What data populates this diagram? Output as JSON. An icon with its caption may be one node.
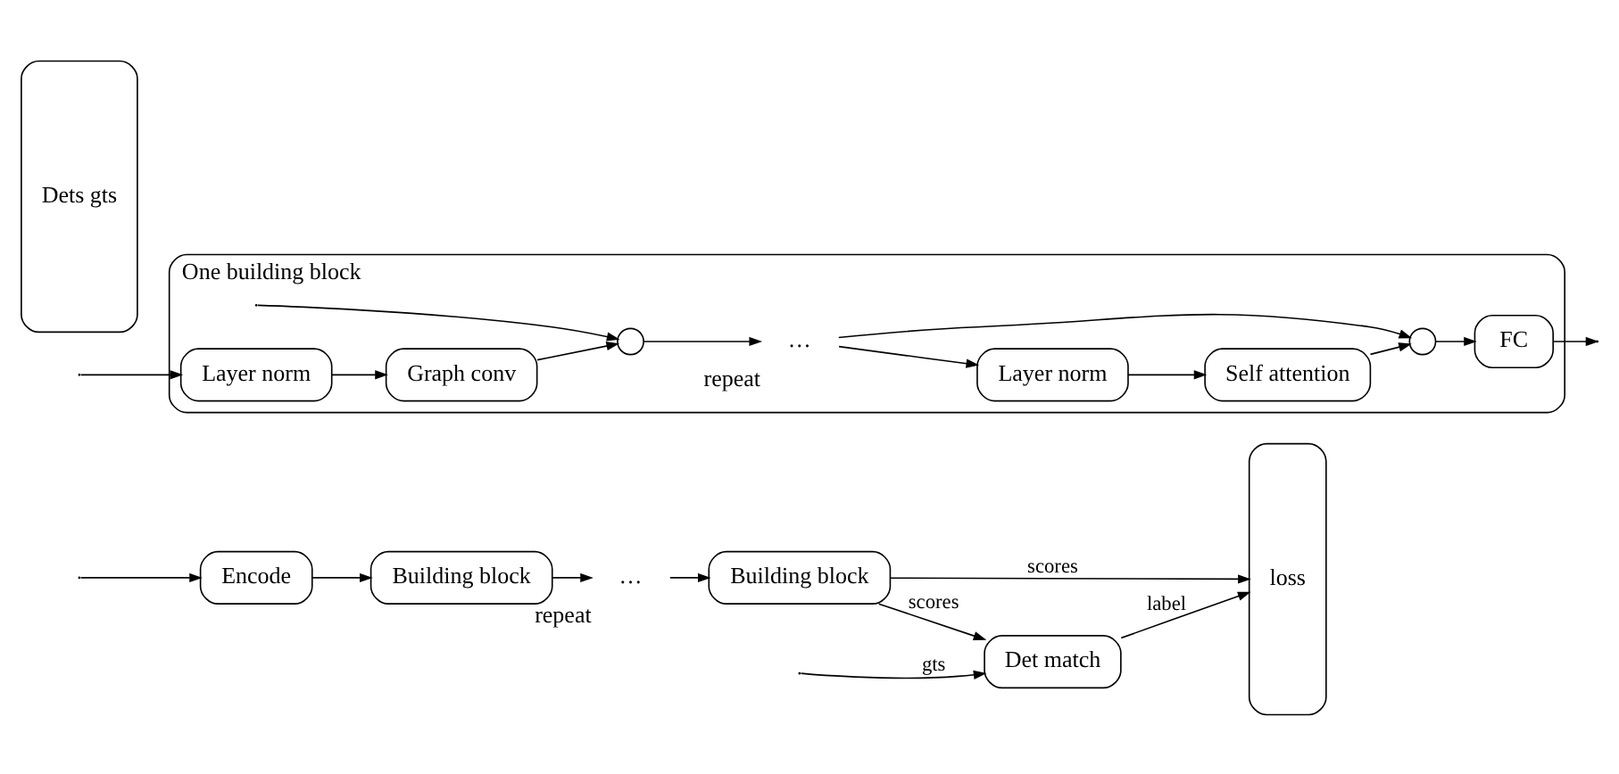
{
  "diagram": {
    "nodes": [
      {
        "text": [
          "Dets gts"
        ]
      },
      {
        "text": [
          "Encode"
        ]
      },
      {
        "text": [
          "Building block"
        ]
      },
      {
        "text": [
          "…"
        ],
        "beside": [
          "repeat"
        ]
      },
      {
        "text": [
          "Building block"
        ]
      },
      {
        "text": [
          "Det match"
        ]
      },
      {
        "text": [
          "loss"
        ]
      },
      {
        "text": [
          "One building block"
        ]
      },
      {
        "text": [
          "Layer norm"
        ],
        "in": 7
      },
      {
        "text": [
          "Graph conv"
        ],
        "in": 7
      },
      {
        "text": [],
        "shape": "circle",
        "in": 7
      },
      {
        "text": [
          "…"
        ],
        "beside": [
          "repeat"
        ],
        "in": 7
      },
      {
        "text": [
          "Layer norm"
        ],
        "in": 7
      },
      {
        "text": [
          "Self attention"
        ],
        "in": 7
      },
      {
        "text": [],
        "shape": "circle",
        "in": 7
      },
      {
        "text": [
          "FC"
        ],
        "in": 7
      }
    ],
    "edges": [
      {
        "from": null,
        "to": 1,
        "arrow": "to"
      },
      {
        "from": 1,
        "to": 2,
        "arrow": "to"
      },
      {
        "from": 2,
        "to": 3,
        "arrow": "to"
      },
      {
        "from": 3,
        "to": 4,
        "arrow": "to"
      },
      {
        "from": 4,
        "to": 6,
        "arrow": "to",
        "label": "scores"
      },
      {
        "from": 4,
        "to": 5,
        "arrow": "to",
        "label": "scores"
      },
      {
        "from": null,
        "to": 5,
        "arrow": "to",
        "label": "gts"
      },
      {
        "from": 5,
        "to": 6,
        "arrow": "to",
        "label": "label"
      },
      {
        "from": null,
        "to": 8,
        "arrow": "to"
      },
      {
        "from": 8,
        "to": 9,
        "arrow": "to"
      },
      {
        "from": 9,
        "to": 10,
        "arrow": "to"
      },
      {
        "from": 10,
        "to": 11,
        "arrow": "to"
      },
      {
        "from": 11,
        "to": 12,
        "arrow": "to"
      },
      {
        "from": 12,
        "to": 13,
        "arrow": "to"
      },
      {
        "from": 13,
        "to": 14,
        "arrow": "to"
      },
      {
        "from": 14,
        "to": 15,
        "arrow": "to"
      },
      {
        "from": 15,
        "to": null,
        "arrow": "to"
      },
      {
        "from": null,
        "to": 10,
        "arrow": "to"
      },
      {
        "from": 11,
        "to": 14,
        "arrow": "to"
      }
    ]
  }
}
